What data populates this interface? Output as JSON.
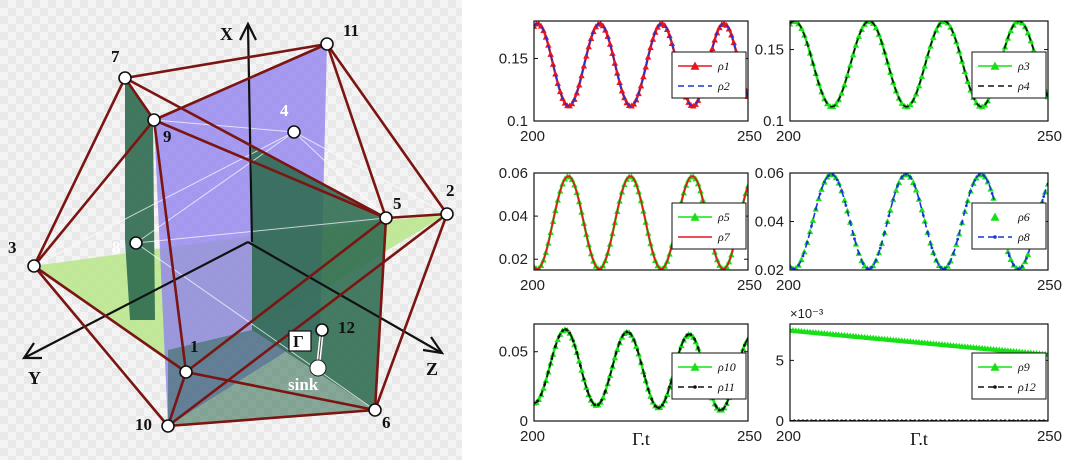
{
  "colors": {
    "edge": "#7a1512",
    "purple_plane": "#8f82ee",
    "green_plane": "#2e6a4f",
    "light_green_plane": "#b9e58a",
    "red": "#e8141e",
    "blue": "#1a36d6",
    "green": "#16e016",
    "black": "#111111"
  },
  "diagram": {
    "axis_x": "X",
    "axis_y": "Y",
    "axis_z": "Z",
    "gamma_label": "Γ",
    "sink_label": "sink",
    "vertices": [
      {
        "id": "v1",
        "label": "1",
        "has_label": true
      },
      {
        "id": "v2",
        "label": "2",
        "has_label": true
      },
      {
        "id": "v3",
        "label": "3",
        "has_label": true
      },
      {
        "id": "v4",
        "label": "4",
        "has_label": true
      },
      {
        "id": "v5",
        "label": "5",
        "has_label": true
      },
      {
        "id": "v6",
        "label": "6",
        "has_label": true
      },
      {
        "id": "v7",
        "label": "7",
        "has_label": true
      },
      {
        "id": "v8",
        "label": "8",
        "has_label": true
      },
      {
        "id": "v9",
        "label": "9",
        "has_label": true
      },
      {
        "id": "v10",
        "label": "10",
        "has_label": true
      },
      {
        "id": "v11",
        "label": "11",
        "has_label": true
      },
      {
        "id": "v12",
        "label": "12",
        "has_label": true
      }
    ]
  },
  "chart_data": [
    {
      "type": "line",
      "xlim": [
        200,
        250
      ],
      "ylim": [
        0.1,
        0.18
      ],
      "xticks": [
        "200",
        "250"
      ],
      "yticks": [
        {
          "v": 0.1,
          "t": "0.1"
        },
        {
          "v": 0.15,
          "t": "0.15"
        }
      ],
      "xlabel": "",
      "series": [
        {
          "name": "ρ1",
          "color": "#e8141e",
          "style": "solid-triangle",
          "mean": 0.145,
          "amp": 0.033,
          "period": 14.5,
          "phase": 1.2,
          "trend": 0
        },
        {
          "name": "ρ2",
          "color": "#1a36d6",
          "style": "dashed",
          "mean": 0.145,
          "amp": 0.033,
          "period": 14.5,
          "phase": 1.2,
          "trend": 0
        }
      ]
    },
    {
      "type": "line",
      "xlim": [
        200,
        250
      ],
      "ylim": [
        0.1,
        0.17
      ],
      "xticks": [
        "200",
        "250"
      ],
      "yticks": [
        {
          "v": 0.1,
          "t": "0.1"
        },
        {
          "v": 0.15,
          "t": "0.15"
        }
      ],
      "xlabel": "",
      "series": [
        {
          "name": "ρ3",
          "color": "#16e016",
          "style": "solid-triangle",
          "mean": 0.14,
          "amp": 0.03,
          "period": 14.5,
          "phase": 1.2,
          "trend": 0
        },
        {
          "name": "ρ4",
          "color": "#111111",
          "style": "dashed",
          "mean": 0.14,
          "amp": 0.03,
          "period": 14.5,
          "phase": 1.2,
          "trend": 0
        }
      ]
    },
    {
      "type": "line",
      "xlim": [
        200,
        250
      ],
      "ylim": [
        0.015,
        0.06
      ],
      "xticks": [
        "200",
        "250"
      ],
      "yticks": [
        {
          "v": 0.02,
          "t": "0.02"
        },
        {
          "v": 0.04,
          "t": "0.04"
        },
        {
          "v": 0.06,
          "t": "0.06"
        }
      ],
      "xlabel": "",
      "series": [
        {
          "name": "ρ5",
          "color": "#16e016",
          "style": "solid-triangle",
          "mean": 0.037,
          "amp": 0.0215,
          "period": 14.5,
          "phase": -1.9,
          "trend": 0
        },
        {
          "name": "ρ7",
          "color": "#e8141e",
          "style": "solid",
          "mean": 0.037,
          "amp": 0.0215,
          "period": 14.5,
          "phase": -1.9,
          "trend": 0
        }
      ]
    },
    {
      "type": "line",
      "xlim": [
        200,
        250
      ],
      "ylim": [
        0.02,
        0.06
      ],
      "xticks": [
        "200",
        "250"
      ],
      "yticks": [
        {
          "v": 0.02,
          "t": "0.02"
        },
        {
          "v": 0.04,
          "t": "0.04"
        },
        {
          "v": 0.06,
          "t": "0.06"
        }
      ],
      "xlabel": "",
      "series": [
        {
          "name": "ρ6",
          "color": "#16e016",
          "style": "triangle-only",
          "mean": 0.04,
          "amp": 0.0195,
          "period": 14.5,
          "phase": -1.9,
          "trend": 0
        },
        {
          "name": "ρ8",
          "color": "#1a36d6",
          "style": "dashed-dot",
          "mean": 0.04,
          "amp": 0.0195,
          "period": 14.5,
          "phase": -1.9,
          "trend": 0
        }
      ]
    },
    {
      "type": "line",
      "xlim": [
        200,
        250
      ],
      "ylim": [
        0,
        0.07
      ],
      "xticks": [
        "200",
        "250"
      ],
      "yticks": [
        {
          "v": 0,
          "t": "0"
        },
        {
          "v": 0.05,
          "t": "0.05"
        }
      ],
      "xlabel": "Γ.t",
      "series": [
        {
          "name": "ρ10",
          "color": "#16e016",
          "style": "solid-triangle",
          "mean": 0.04,
          "amp": 0.027,
          "period": 14.5,
          "phase": -1.6,
          "trend": -0.00012
        },
        {
          "name": "ρ11",
          "color": "#111111",
          "style": "dashed-dot",
          "mean": 0.04,
          "amp": 0.027,
          "period": 14.5,
          "phase": -1.6,
          "trend": -0.00012
        }
      ]
    },
    {
      "type": "line",
      "xlim": [
        200,
        250
      ],
      "ylim": [
        0,
        0.008
      ],
      "xticks": [
        "200",
        "250"
      ],
      "yticks": [
        {
          "v": 0,
          "t": "0"
        },
        {
          "v": 0.005,
          "t": "5"
        }
      ],
      "scale_label": "×10⁻³",
      "xlabel": "Γ.t",
      "series": [
        {
          "name": "ρ9",
          "color": "#16e016",
          "style": "solid-triangle",
          "linear": [
            0.0075,
            0.0055
          ]
        },
        {
          "name": "ρ12",
          "color": "#111111",
          "style": "dashed-dot",
          "linear": [
            2e-05,
            2e-05
          ]
        }
      ]
    }
  ]
}
